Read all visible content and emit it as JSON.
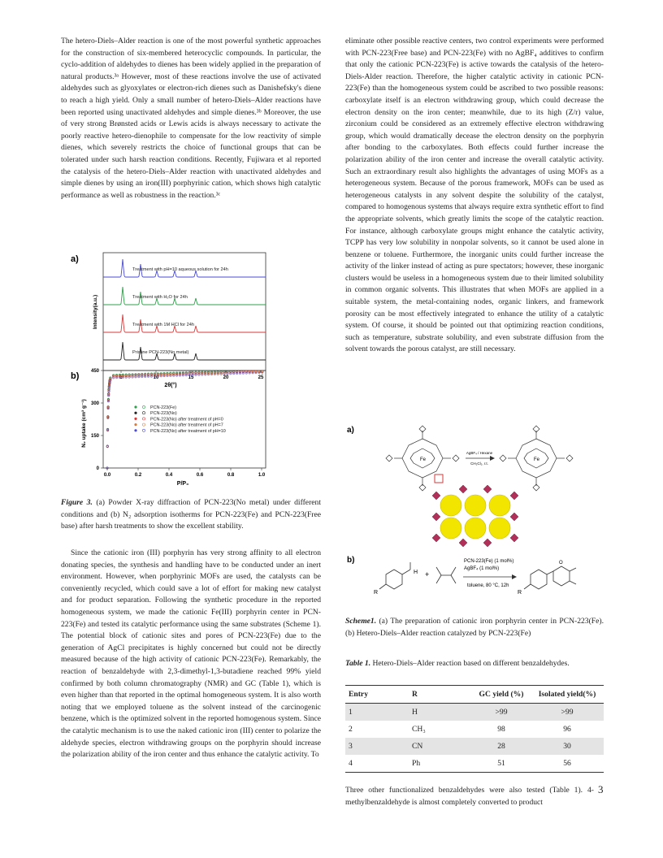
{
  "left_col": {
    "p1": "The hetero-Diels–Alder reaction is one of the most powerful synthetic approaches for the construction of six-membered heterocyclic compounds. In particular, the cyclo-addition of aldehydes to dienes has been widely applied in the preparation of natural products.³ᵃ However, most of these reactions involve the use of activated aldehydes such as glyoxylates or electron-rich dienes such as Danishefsky's diene to reach a high yield. Only a small number of hetero-Diels–Alder reactions have been reported using unactivated aldehydes and simple dienes.³ᵇ Moreover, the use of very strong Brønsted acids or Lewis acids is always necessary to activate the poorly reactive hetero-dienophile to compensate for the low reactivity of simple dienes, which severely restricts the choice of functional groups that can be tolerated under such harsh reaction conditions. Recently, Fujiwara et al reported the catalysis of the hetero-Diels–Alder reaction with unactivated aldehydes and simple dienes by using an iron(III) porphyrinic cation, which shows high catalytic performance as well as robustness in the reaction.³ᶜ",
    "p2": "Since the cationic iron (III) porphyrin has very strong affinity to all electron donating species, the synthesis and handling have to be conducted under an inert environment. However, when porphyrinic MOFs are used, the catalysts can be conveniently recycled, which could save a lot of effort for making new catalyst and for product separation. Following the synthetic procedure in the reported homogeneous system, we made the cationic Fe(III) porphyrin center in PCN-223(Fe) and tested its catalytic performance using the same substrates (Scheme 1). The potential block of cationic sites and pores of PCN-223(Fe) due to the generation of AgCl precipitates is highly concerned but could not be directly measured because of the high activity of cationic PCN-223(Fe). Remarkably, the reaction of benzaldehyde with 2,3-dimethyl-1,3-butadiene reached 99% yield confirmed by both column chromatography (NMR) and GC (Table 1), which is even higher than that reported in the optimal homogeneous system. It is also worth noting that we employed toluene as the solvent instead of the carcinogenic benzene, which is the optimized solvent in the reported homogenous system. Since the catalytic mechanism is to use the naked cationic iron (III) center to polarize the aldehyde species, electron withdrawing groups on the porphyrin should increase the polarization ability of the iron center and thus enhance the catalytic activity. To"
  },
  "right_col": {
    "p1": "eliminate other possible reactive centers, two control experiments were performed with PCN-223(Free base) and PCN-223(Fe) with no AgBF₄ additives to confirm that only the cationic PCN-223(Fe) is active towards the catalysis of the hetero-Diels-Alder reaction. Therefore, the higher catalytic activity in cationic PCN-223(Fe) than the homogeneous system could be ascribed to two possible reasons: carboxylate itself is an electron withdrawing group, which could decrease the electron density on the iron center; meanwhile, due to its high (Z/r) value, zirconium could be considered as an extremely effective electron withdrawing group, which would dramatically decease the electron density on the porphyrin after bonding to the carboxylates. Both effects could further increase the polarization ability of the iron center and increase the overall catalytic activity. Such an extraordinary result also highlights the advantages of using MOFs as a heterogeneous system. Because of the porous framework, MOFs can be used as heterogeneous catalysts in any solvent despite the solubility of the catalyst, compared to homogenous systems that always require extra synthetic effort to find the appropriate solvents, which greatly limits the scope of the catalytic reaction. For instance, although carboxylate groups might enhance the catalytic activity, TCPP has very low solubility in nonpolar solvents, so it cannot be used alone in benzene or toluene. Furthermore, the inorganic units could further increase the activity of the linker instead of acting as pure spectators; however, these inorganic clusters would be useless in a homogeneous system due to their limited solubility in common organic solvents. This illustrates that when MOFs are applied in a suitable system, the metal-containing nodes, organic linkers, and framework porosity can be most effectively integrated to enhance the utility of a catalytic system. Of course, it should be pointed out that optimizing reaction conditions, such as temperature, substrate solubility, and even substrate diffusion from the solvent towards the porous catalyst, are still necessary.",
    "p_bottom": "Three other functionalized benzaldehydes were also tested (Table 1). 4-methylbenzaldehyde is almost completely converted to product",
    "page_number": "3"
  },
  "figure3": {
    "panel_a_label": "a)",
    "panel_b_label": "b)",
    "xrd_traces": [
      "Treatment with pH=10 aqueous solution for 24h",
      "Treatment with H₂O for 24h",
      "Treatment with 1M HCl for 24h",
      "Pristine PCN-223(No metal)"
    ],
    "xrd_colors": [
      "#4a4ad8",
      "#2ea04a",
      "#d83a3a",
      "#222222"
    ],
    "xrd_xlabel": "2θ(°)",
    "xrd_ylabel": "Intensity(a.u.)",
    "xrd_xticks": [
      "5",
      "10",
      "15",
      "20",
      "25"
    ],
    "iso_xlabel": "P/P₀",
    "iso_ylabel": "N₂ uptake (cm³ g⁻¹)",
    "iso_yticks": [
      "0",
      "150",
      "300",
      "450"
    ],
    "iso_xticks": [
      "0.0",
      "0.2",
      "0.4",
      "0.6",
      "0.8",
      "1.0"
    ],
    "iso_legend": [
      "PCN-223(Fe)",
      "PCN-223(No)",
      "PCN-223(No) after treatment of pH=0",
      "PCN-223(No) after treatment of pH=7",
      "PCN-223(No) after treatment of pH=10"
    ],
    "iso_colors": [
      "#2ea04a",
      "#222222",
      "#d83a3a",
      "#e07a30",
      "#4a4ad8"
    ],
    "caption_label": "Figure 3.",
    "caption_text": "(a) Powder X-ray diffraction of PCN-223(No metal) under different conditions and (b) N₂ adsorption isotherms for PCN-223(Fe) and PCN-223(Free base) after harsh treatments to show the excellent stability."
  },
  "scheme1": {
    "panel_a_label": "a)",
    "panel_b_label": "b)",
    "reagent_top": "AgBF₄ / Hexane",
    "reagent_bottom": "CH₂Cl₂, r.t.",
    "cond1": "PCN-223(Fe) (1 mol%)",
    "cond2": "AgBF₄ (1 mol%)",
    "cond3": "toluene, 80 °C, 12h",
    "r_left": "R",
    "r_right": "R",
    "h_label": "H",
    "plus": "+",
    "caption_label": "Scheme1.",
    "caption_text": "(a) The preparation of cationic iron porphyrin center in PCN-223(Fe). (b) Hetero-Diels–Alder reaction catalyzed by PCN-223(Fe)"
  },
  "table1": {
    "caption_label": "Table 1.",
    "caption_text": "Hetero-Diels–Alder reaction based on different benzaldehydes.",
    "headers": [
      "Entry",
      "R",
      "GC yield (%)",
      "Isolated yield(%)"
    ],
    "rows": [
      [
        "1",
        "H",
        ">99",
        ">99"
      ],
      [
        "2",
        "CH₃",
        "98",
        "96"
      ],
      [
        "3",
        "CN",
        "28",
        "30"
      ],
      [
        "4",
        "Ph",
        "51",
        "56"
      ]
    ]
  }
}
